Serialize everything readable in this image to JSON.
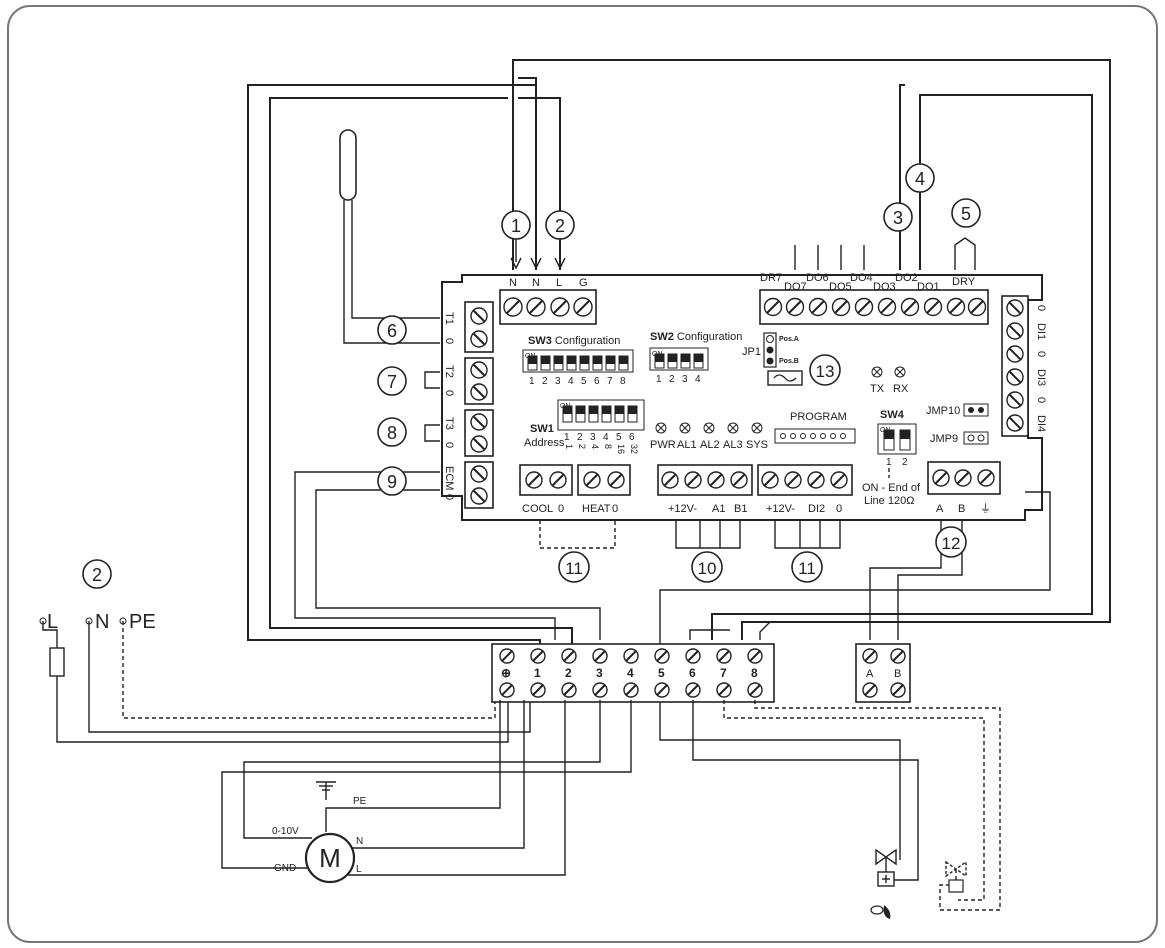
{
  "callouts": [
    "1",
    "2",
    "3",
    "4",
    "5",
    "6",
    "7",
    "8",
    "9",
    "10",
    "11",
    "12",
    "13"
  ],
  "power_terminal_labels": [
    "N",
    "N",
    "L",
    "G"
  ],
  "do_labels_top": [
    "DR7",
    "DO6",
    "DO4",
    "DO2"
  ],
  "do_labels_bottom": [
    "DO7",
    "DO5",
    "DO3",
    "DO1"
  ],
  "dry_label": "DRY",
  "sensor_labels": {
    "t1": "T1",
    "t2": "T2",
    "t3": "T3",
    "ecm": "ECM",
    "zero": "0"
  },
  "di_labels": [
    "0",
    "DI1",
    "0",
    "DI3",
    "0",
    "DI4"
  ],
  "sw3": {
    "title": "SW3",
    "suffix": " Configuration",
    "on": "ON",
    "numbers": [
      "1",
      "2",
      "3",
      "4",
      "5",
      "6",
      "7",
      "8"
    ]
  },
  "sw2": {
    "title": "SW2",
    "suffix": " Configuration",
    "on": "ON",
    "numbers": [
      "1",
      "2",
      "3",
      "4"
    ]
  },
  "sw1": {
    "title": "SW1",
    "sub": "Address",
    "on": "ON",
    "numbers": [
      "1",
      "2",
      "3",
      "4",
      "5",
      "6"
    ],
    "weights": [
      "1",
      "2",
      "4",
      "8",
      "16",
      "32"
    ]
  },
  "jp1": {
    "label": "JP1",
    "pos_a": "Pos.A",
    "pos_b": "Pos.B"
  },
  "leds": [
    "PWR",
    "AL1",
    "AL2",
    "AL3",
    "SYS"
  ],
  "txrx": [
    "TX",
    "RX"
  ],
  "program_label": "PROGRAM",
  "sw4": {
    "title": "SW4",
    "on": "ON",
    "numbers": [
      "1",
      "2"
    ],
    "note_line1": "ON - End of",
    "note_line2": "Line 120Ω"
  },
  "jmp": [
    "JMP10",
    "JMP9"
  ],
  "bottom_terminal_labels": {
    "cool": [
      "COOL",
      "0"
    ],
    "heat": [
      "HEAT",
      "0"
    ],
    "g10": [
      "+12V-",
      "A1",
      "B1"
    ],
    "g11": [
      "+12V-",
      "DI2",
      "0"
    ],
    "bus": [
      "A",
      "B",
      "⏚"
    ]
  },
  "mains": {
    "l": "L",
    "n": "N",
    "pe": "PE"
  },
  "terminal_strip": [
    "⊕",
    "1",
    "2",
    "3",
    "4",
    "5",
    "6",
    "7",
    "8"
  ],
  "ab_strip": [
    "A",
    "B"
  ],
  "motor": {
    "symbol": "M",
    "pe": "PE",
    "n": "N",
    "l": "L",
    "v": "0-10V",
    "gnd": "GND"
  }
}
